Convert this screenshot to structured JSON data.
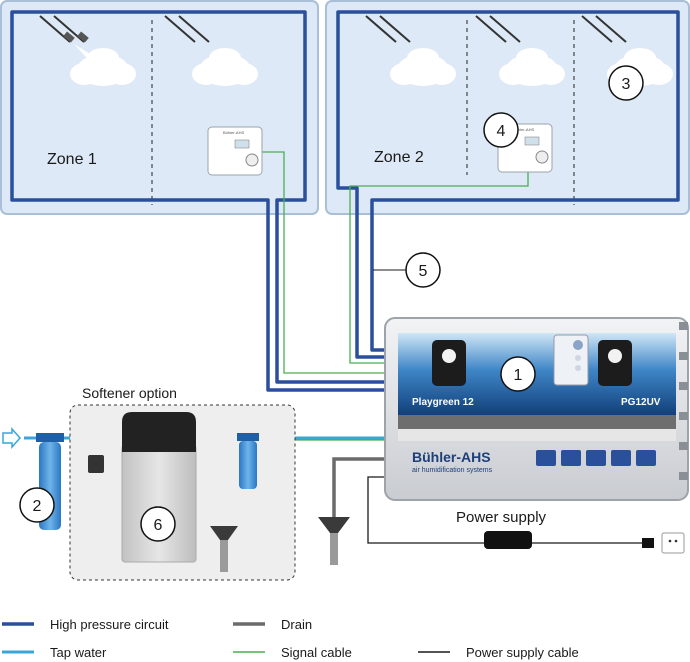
{
  "zones": [
    {
      "label": "Zone 1"
    },
    {
      "label": "Zone 2"
    }
  ],
  "softener_label": "Softener option",
  "power_supply_label": "Power supply",
  "unit": {
    "model_left": "Playgreen 12",
    "model_right": "PG12UV",
    "brand": "Bühler-AHS",
    "brand_sub": "air humidification systems"
  },
  "device_brand": "Bühler-AHS",
  "callouts": [
    "1",
    "2",
    "3",
    "4",
    "5",
    "6"
  ],
  "legend": [
    {
      "label": "High pressure circuit",
      "color": "#2a4f9b"
    },
    {
      "label": "Tap water",
      "color": "#3aa6d8"
    },
    {
      "label": "Drain",
      "color": "#6b6b6b"
    },
    {
      "label": "Signal cable",
      "color": "#4caf50"
    },
    {
      "label": "Power supply cable",
      "color": "#1a1a1a"
    }
  ],
  "colors": {
    "zone_fill": "#dde9f6",
    "zone_border": "#a9bfd8"
  }
}
